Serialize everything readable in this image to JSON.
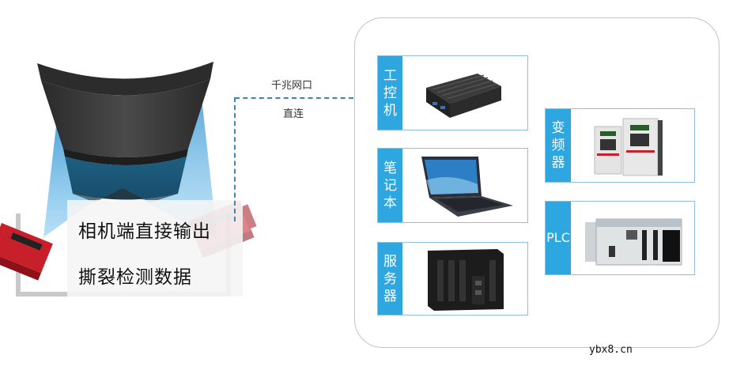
{
  "scene": {
    "caption_line1": "相机端直接输出",
    "caption_line2": "撕裂检测数据",
    "colors": {
      "belt": "#3a3a3a",
      "beam": "#3fa3dc",
      "camera": "#c8202a",
      "frame": "#c9c9c9"
    }
  },
  "connection": {
    "label_top": "千兆网口",
    "label_bottom": "直连",
    "line_color": "#3c86b6"
  },
  "devices": [
    {
      "id": "ipc",
      "label_chars": [
        "工",
        "控",
        "机"
      ],
      "icon": "fanless-industrial-pc-icon"
    },
    {
      "id": "laptop",
      "label_chars": [
        "笔",
        "记",
        "本"
      ],
      "icon": "laptop-icon"
    },
    {
      "id": "server",
      "label_chars": [
        "服",
        "务",
        "器"
      ],
      "icon": "server-module-icon"
    },
    {
      "id": "inverter",
      "label_chars": [
        "变",
        "频",
        "器"
      ],
      "icon": "frequency-inverter-icon"
    },
    {
      "id": "plc",
      "label_chars": [
        "PLC"
      ],
      "icon": "plc-rack-icon"
    }
  ],
  "accent_color": "#2ea6e0",
  "watermark": "ybx8.cn"
}
